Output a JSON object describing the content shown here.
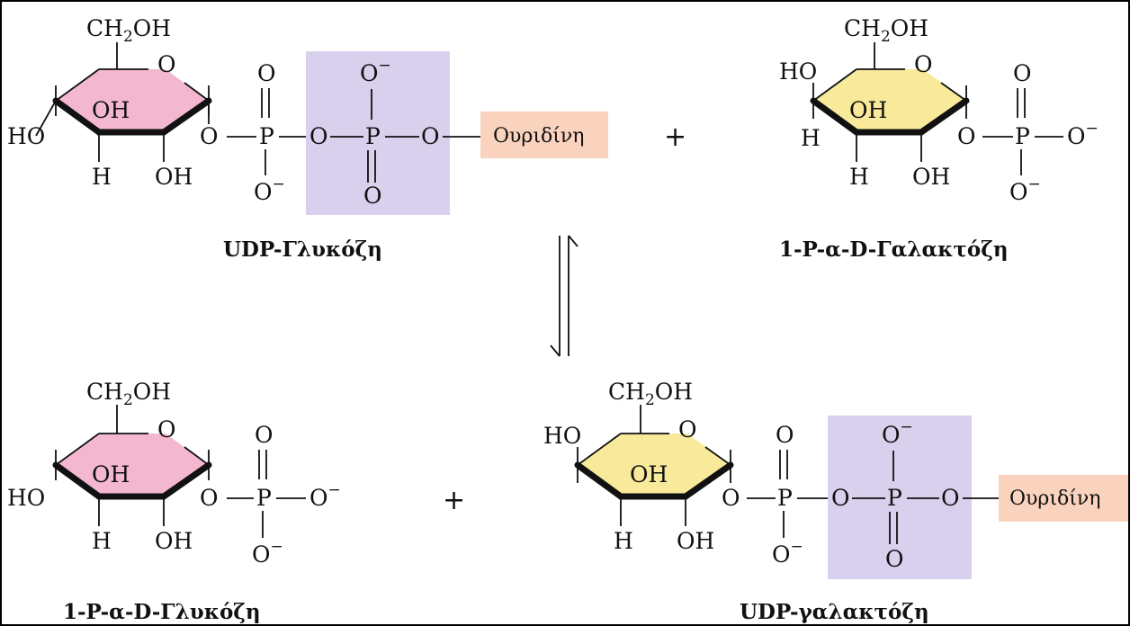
{
  "labels": {
    "udp_glucose": "UDP-Γλυκόζη",
    "gal_1p": "1-P-α-D-Γαλακτόζη",
    "glc_1p": "1-P-α-D-Γλυκόζη",
    "udp_galactose": "UDP-γαλακτόζη",
    "uridine": "Ουριδίνη",
    "plus": "+"
  },
  "atoms": {
    "ch2": "CH",
    "two": "2",
    "oh_tail": "OH",
    "oh": "OH",
    "ho": "HO",
    "h": "H",
    "o": "O",
    "p": "P",
    "o_minus_base": "O",
    "minus": "−"
  },
  "colors": {
    "glucose_ring": "#f4b7d0",
    "galactose_ring": "#f8ea9a",
    "phosphate_box": "#d8d0ec",
    "uridine_box": "#f9d3bd",
    "frame": "#000000"
  }
}
